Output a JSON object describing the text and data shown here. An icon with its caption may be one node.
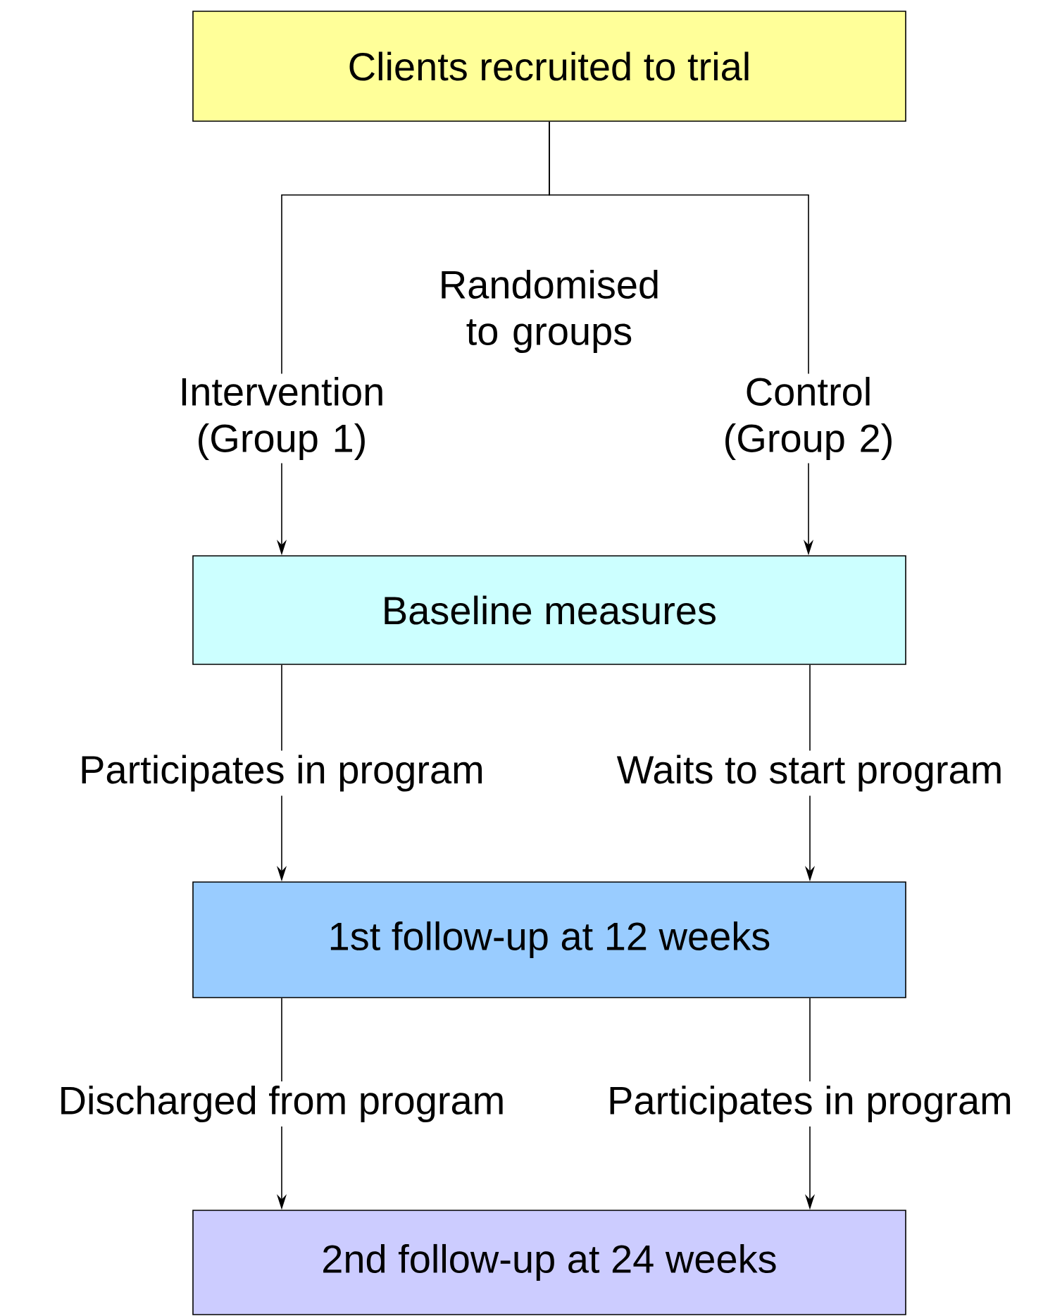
{
  "diagram": {
    "nodes": [
      {
        "text": [
          "Clients recruited to trial"
        ]
      },
      {
        "text": [
          "Intervention (Group 1)"
        ]
      },
      {
        "text": [
          "Control (Group 2)"
        ]
      },
      {
        "text": [
          "Baseline measures"
        ]
      },
      {
        "text": [
          "1st follow-up at 12 weeks"
        ]
      },
      {
        "text": [
          "2nd follow-up at 24 weeks"
        ]
      }
    ],
    "edges": [
      {
        "from": 0,
        "to": 1,
        "arrow": "none"
      },
      {
        "from": 0,
        "to": 2,
        "arrow": "none"
      },
      {
        "from": 1,
        "to": 3,
        "arrow": "to"
      },
      {
        "from": 2,
        "to": 3,
        "arrow": "to"
      },
      {
        "from": 3,
        "to": 4,
        "arrow": "to",
        "label": "Participates in program"
      },
      {
        "from": 3,
        "to": 4,
        "arrow": "to",
        "label": "Waits to start program"
      },
      {
        "from": 4,
        "to": 5,
        "arrow": "to",
        "label": "Discharged from program"
      },
      {
        "from": 4,
        "to": 5,
        "arrow": "to",
        "label": "Participates in program"
      }
    ],
    "labels": [
      "Randomised to groups"
    ]
  }
}
